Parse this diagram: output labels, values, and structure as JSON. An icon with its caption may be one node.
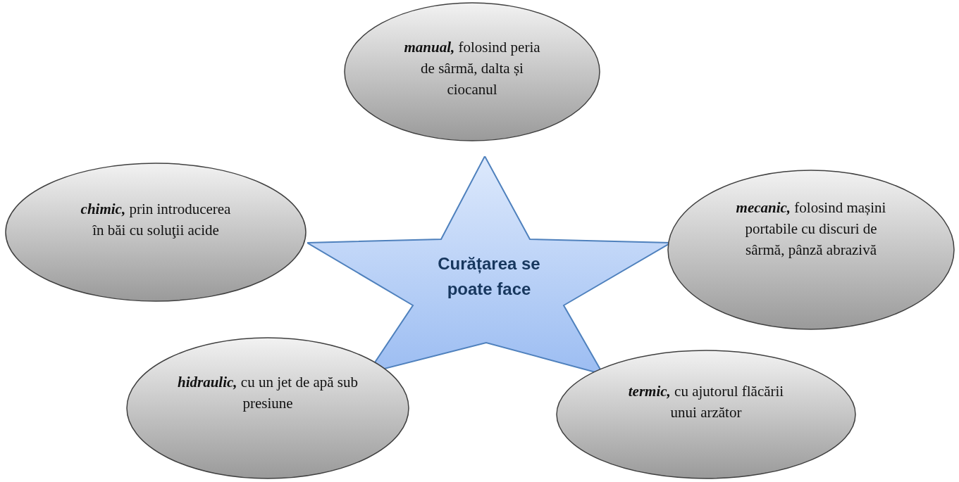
{
  "diagram": {
    "nodes": [
      {
        "text": [
          "**manual,** folosind peria de sârmă, dalta și ciocanul"
        ]
      },
      {
        "text": [
          "**chimic,** prin introducerea în băi cu soluţii acide"
        ]
      },
      {
        "text": [
          "Curățarea se poate face"
        ]
      },
      {
        "text": [
          "**mecanic,** folosind mașini portabile cu discuri de sârmă, pânză abrazivă"
        ]
      },
      {
        "text": [
          "**hidraulic,** cu un jet de apă sub presiune"
        ]
      },
      {
        "text": [
          "**termic,** cu ajutorul flăcării unui arzător"
        ]
      }
    ]
  }
}
